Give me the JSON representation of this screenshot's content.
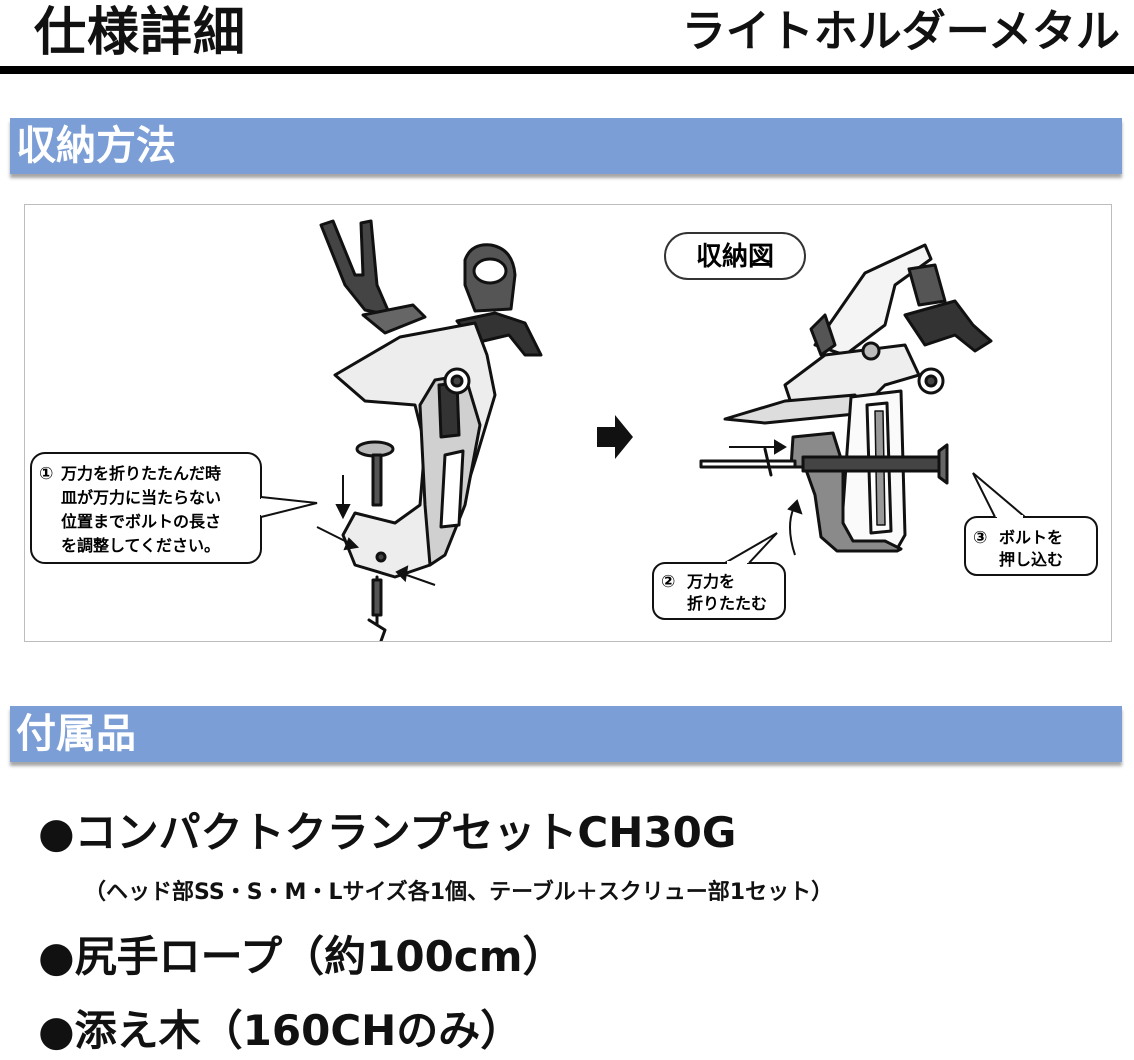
{
  "header": {
    "title": "仕様詳細",
    "product": "ライトホルダーメタル"
  },
  "storage": {
    "heading": "収納方法",
    "diagram": {
      "label_storage": "収納図",
      "step1_num": "①",
      "step1_lines": [
        "万力を折りたたんだ時",
        "皿が万力に当たらない",
        "位置までボルトの長さ",
        "を調整してください。"
      ],
      "step2_num": "②",
      "step2_lines": [
        "万力を",
        "折りたたむ"
      ],
      "step3_num": "③",
      "step3_lines": [
        "ボルトを",
        "押し込む"
      ]
    }
  },
  "accessories": {
    "heading": "付属品",
    "items": [
      {
        "bullet": "●",
        "text": "コンパクトクランプセットCH30G"
      },
      {
        "bullet": "●",
        "text": "尻手ロープ（約100cm）"
      },
      {
        "bullet": "●",
        "text": "添え木（160CHのみ）"
      }
    ],
    "item1_note": "（ヘッド部SS・S・M・Lサイズ各1個、テーブル＋スクリュー部1セット）"
  }
}
